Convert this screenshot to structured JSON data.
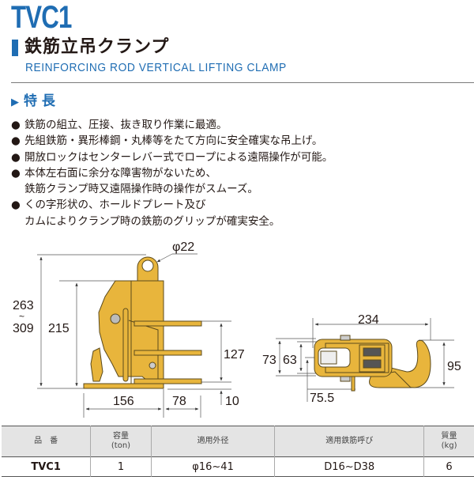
{
  "header": {
    "model": "TVC1",
    "title_ja": "鉄筋立吊クランプ",
    "title_en": "REINFORCING ROD VERTICAL LIFTING CLAMP"
  },
  "features": {
    "heading": "特 長",
    "bullet": "●",
    "items": [
      {
        "lines": [
          "鉄筋の組立、圧接、抜き取り作業に最適。"
        ]
      },
      {
        "lines": [
          "先組鉄筋・異形棒鋼・丸棒等をたて方向に安全確実な吊上げ。"
        ]
      },
      {
        "lines": [
          "開放ロックはセンターレバー式でロープによる遠隔操作が可能。"
        ]
      },
      {
        "lines": [
          "本体左右面に余分な障害物がないため、",
          "鉄筋クランプ時又遠隔操作時の操作がスムーズ。"
        ]
      },
      {
        "lines": [
          "くの字形状の、ホールドプレート及び",
          "カムによりクランプ時の鉄筋のグリップが確実安全。"
        ]
      }
    ]
  },
  "colors": {
    "accent": "#1f6db3",
    "body": "#e8b53c"
  },
  "side_view": {
    "eye_dia": "φ22",
    "height_range_top": "263",
    "height_range_sep": "~",
    "height_range_bottom": "309",
    "body_height": "215",
    "bar_span": "127",
    "bottom_gap": "10",
    "base_width": "156",
    "bar_length": "78"
  },
  "top_view": {
    "length": "234",
    "outer_width": "73",
    "inner_width": "63",
    "hook_height": "95",
    "lever_offset": "75.5"
  },
  "spec_table": {
    "headers": [
      [
        "品　番",
        ""
      ],
      [
        "容量",
        "(ton)"
      ],
      [
        "適用外径",
        ""
      ],
      [
        "適用鉄筋呼び",
        ""
      ],
      [
        "質量",
        "(kg)"
      ]
    ],
    "row": [
      "TVC1",
      "1",
      "φ16~41",
      "D16~D38",
      "6"
    ]
  }
}
